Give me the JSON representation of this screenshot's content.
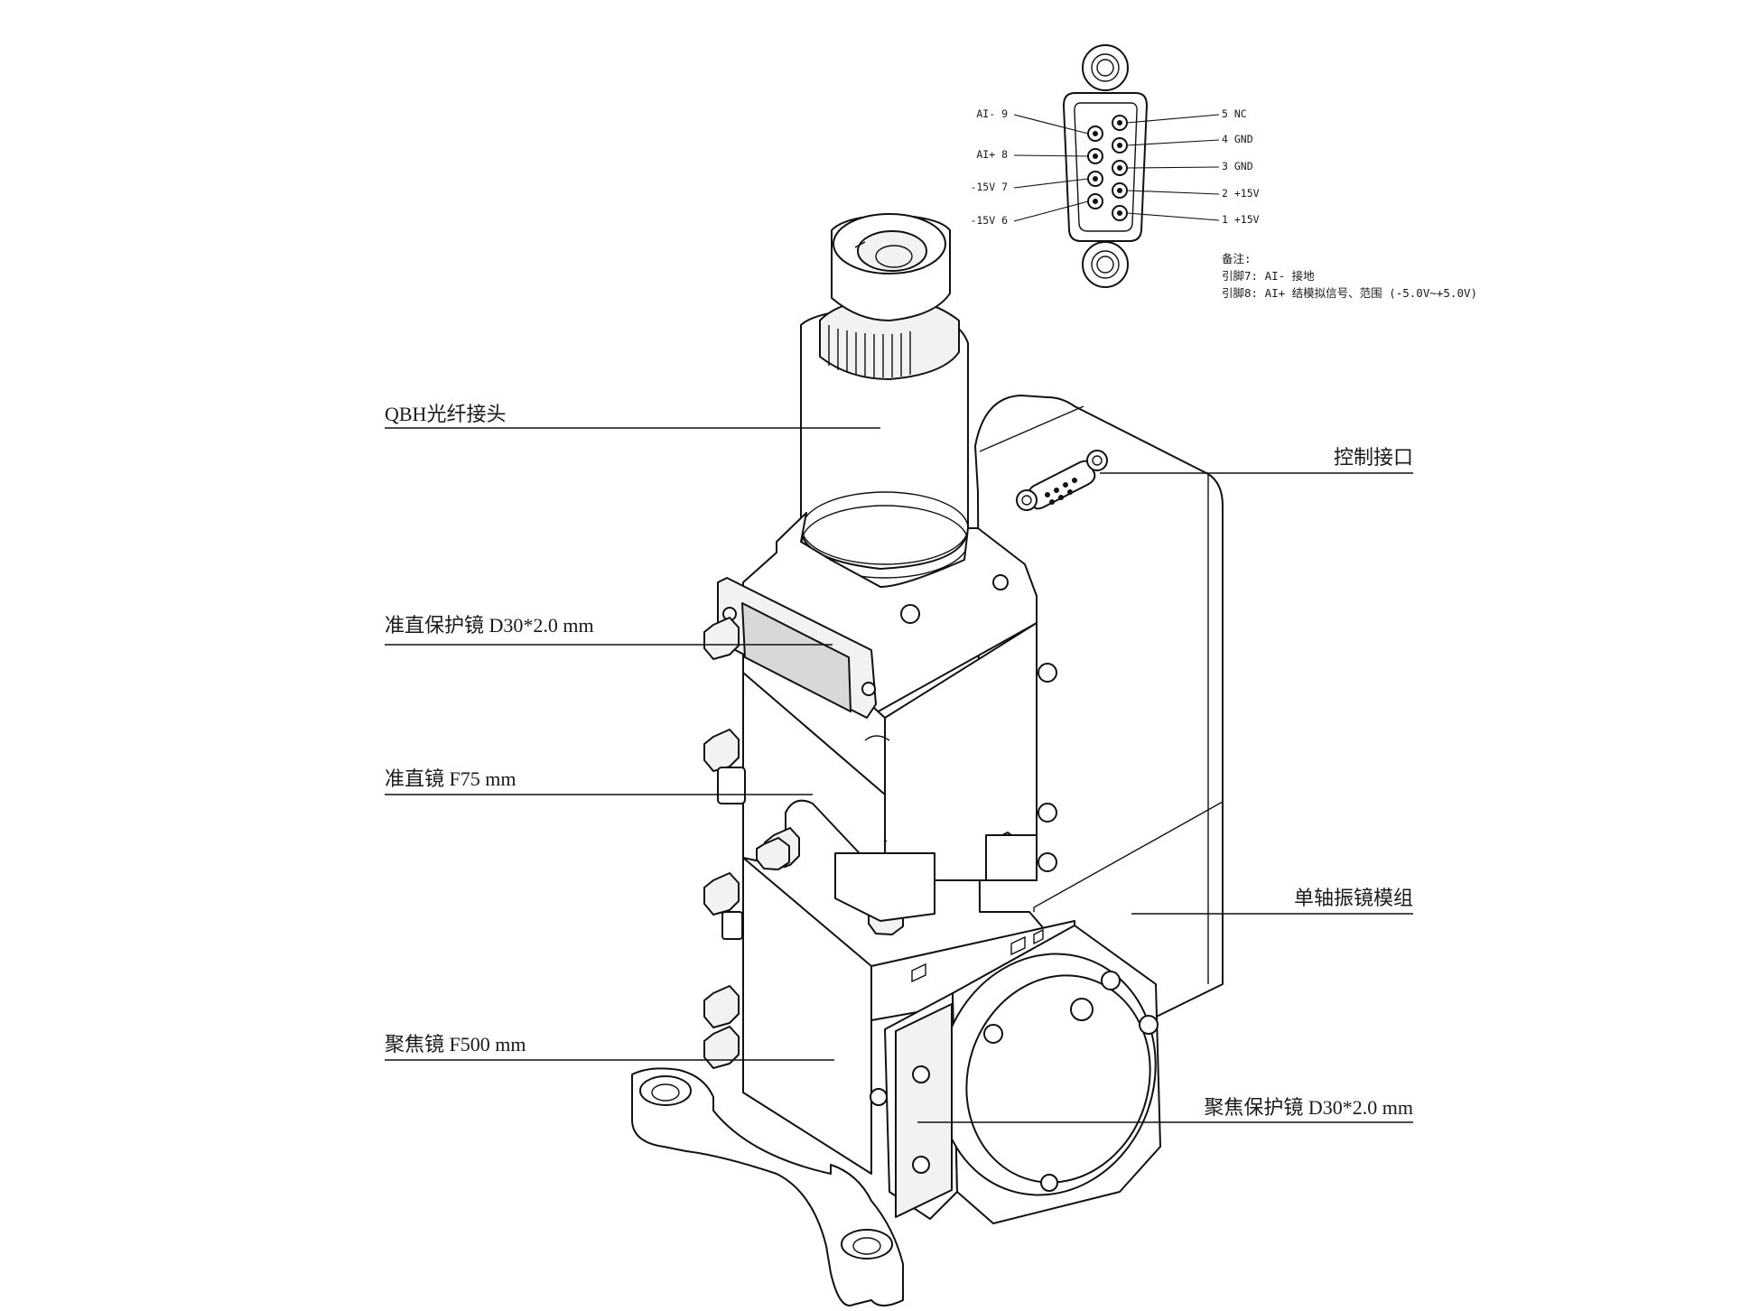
{
  "callouts": {
    "qbh": "QBH光纤接头",
    "collimator_protect": "准直保护镜 D30*2.0 mm",
    "collimator": "准直镜 F75 mm",
    "focus": "聚焦镜 F500 mm",
    "control_port": "控制接口",
    "galvo_module": "单轴振镜模组",
    "focus_protect": "聚焦保护镜 D30*2.0 mm"
  },
  "connector": {
    "pins_left": [
      "AI- 9",
      "AI+ 8",
      "-15V 7",
      "-15V 6"
    ],
    "pins_right": [
      "5 NC",
      "4 GND",
      "3 GND",
      "2 +15V",
      "1 +15V"
    ],
    "notes": [
      "备注:",
      "引脚7: AI- 接地",
      "引脚8: AI+ 结模拟信号、范围 (-5.0V~+5.0V)"
    ]
  },
  "icons": {
    "connector": "db9-connector-icon",
    "scan_head": "laser-scan-head-icon"
  }
}
